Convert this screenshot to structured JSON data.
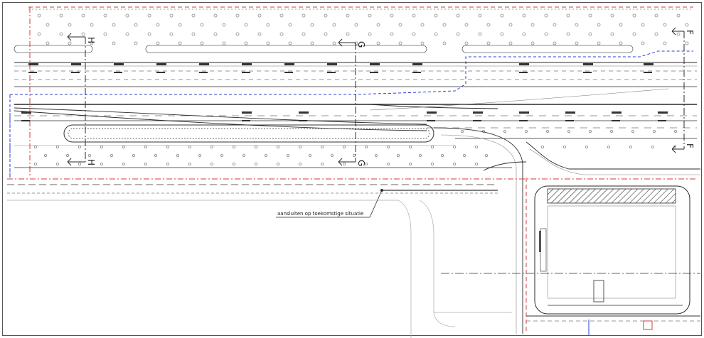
{
  "drawing": {
    "annotation": "aansluiten op toekomstige situatie",
    "section_markers": [
      {
        "id": "H-top",
        "letter": "H"
      },
      {
        "id": "H-bottom",
        "letter": "H"
      },
      {
        "id": "G-top",
        "letter": "G"
      },
      {
        "id": "G-bottom",
        "letter": "G"
      },
      {
        "id": "F-top",
        "letter": "F"
      },
      {
        "id": "F-bottom",
        "letter": "F"
      }
    ],
    "colors": {
      "background": "#ffffff",
      "linework": "#2a2a2a",
      "light_linework": "#9a9a9a",
      "cable_blue": "#2b3fd6",
      "boundary_red": "#d43a3a"
    }
  }
}
